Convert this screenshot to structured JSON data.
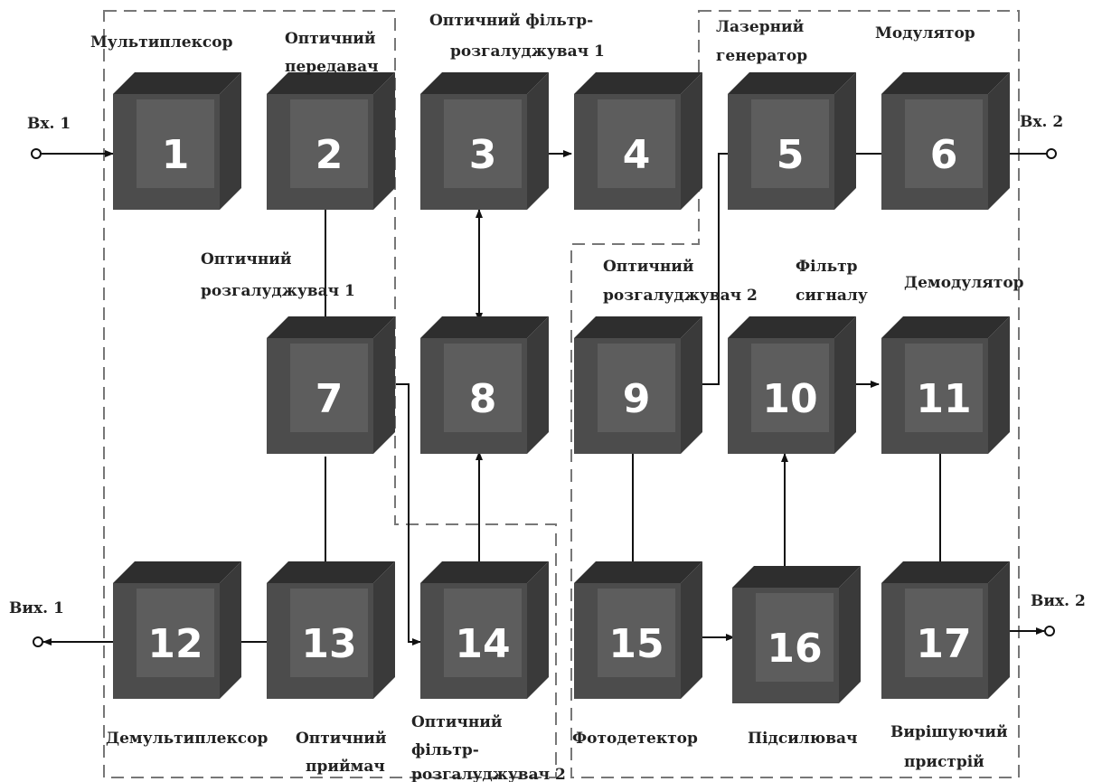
{
  "blocks": [
    {
      "id": "1",
      "label": ""
    },
    {
      "id": "2",
      "label": ""
    },
    {
      "id": "3",
      "label": ""
    },
    {
      "id": "4",
      "label": ""
    },
    {
      "id": "5",
      "label": ""
    },
    {
      "id": "6",
      "label": ""
    },
    {
      "id": "7",
      "label": ""
    },
    {
      "id": "8",
      "label": ""
    },
    {
      "id": "9",
      "label": ""
    },
    {
      "id": "10",
      "label": ""
    },
    {
      "id": "11",
      "label": ""
    },
    {
      "id": "12",
      "label": ""
    },
    {
      "id": "13",
      "label": ""
    },
    {
      "id": "14",
      "label": ""
    },
    {
      "id": "15",
      "label": ""
    },
    {
      "id": "16",
      "label": ""
    },
    {
      "id": "17",
      "label": ""
    }
  ],
  "labels": {
    "multiplexer": "Мультиплексор",
    "tx_line1": "Оптичний",
    "tx_line2": "передавач",
    "filter1_line1": "Оптичний фільтр-",
    "filter1_line2": "розгалуджувач 1",
    "laser_line1": "Лазерний",
    "laser_line2": "генератор",
    "modulator": "Модулятор",
    "splitter1_line1": "Оптичний",
    "splitter1_line2": "розгалуджувач 1",
    "splitter2_line1": "Оптичний",
    "splitter2_line2": "розгалуджувач 2",
    "sigfilter_line1": "Фільтр",
    "sigfilter_line2": "сигналу",
    "demodulator": "Демодулятор",
    "demux": "Демультиплексор",
    "rx_line1": "Оптичний",
    "rx_line2": "приймач",
    "filter2_line1": "Оптичний",
    "filter2_line2": "фільтр-",
    "filter2_line3": "розгалуджувач 2",
    "photodetector": "Фотодетектор",
    "amplifier": "Підсилювач",
    "decider_line1": "Вирішуючий",
    "decider_line2": "пристрій"
  },
  "ports": {
    "in1": "Вх. 1",
    "in2": "Вх. 2",
    "out1": "Вих. 1",
    "out2": "Вих. 2"
  }
}
